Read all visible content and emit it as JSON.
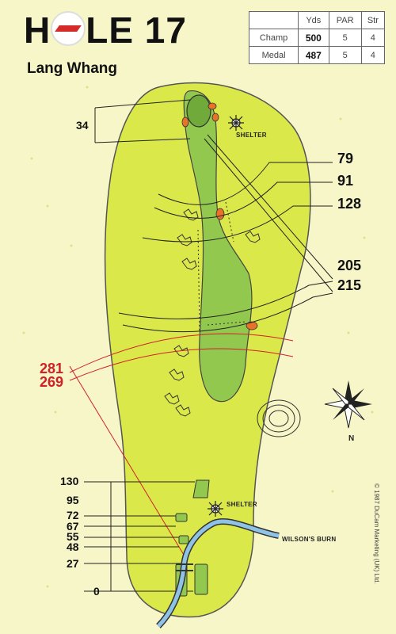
{
  "hole": {
    "title_pre": "H",
    "title_post": "LE 17",
    "name": "Lang Whang"
  },
  "scorecard": {
    "headers": [
      "",
      "Yds",
      "PAR",
      "Str"
    ],
    "rows": [
      {
        "tee": "Champ",
        "yds": "500",
        "par": "5",
        "str": "4"
      },
      {
        "tee": "Medal",
        "yds": "487",
        "par": "5",
        "str": "4"
      }
    ]
  },
  "distances": {
    "green_depth": "34",
    "right": [
      "79",
      "91",
      "128",
      "205",
      "215"
    ],
    "red": [
      "281",
      "269"
    ],
    "tee_yardages": [
      "130",
      "95",
      "72",
      "67",
      "55",
      "48",
      "27",
      "0"
    ]
  },
  "labels": {
    "shelter_top": "SHELTER",
    "shelter_bottom": "SHELTER",
    "burn": "WILSON'S BURN",
    "compass_n": "N",
    "copyright": "© 1987 DuCam Marketing (UK) Ltd."
  },
  "colors": {
    "background": "#f7f6c8",
    "rough": "#dbe84a",
    "fairway": "#93c84e",
    "green": "#6faa3a",
    "hazard": "#e8722a",
    "distance_red": "#d0202a",
    "water": "#8fc3e6"
  }
}
